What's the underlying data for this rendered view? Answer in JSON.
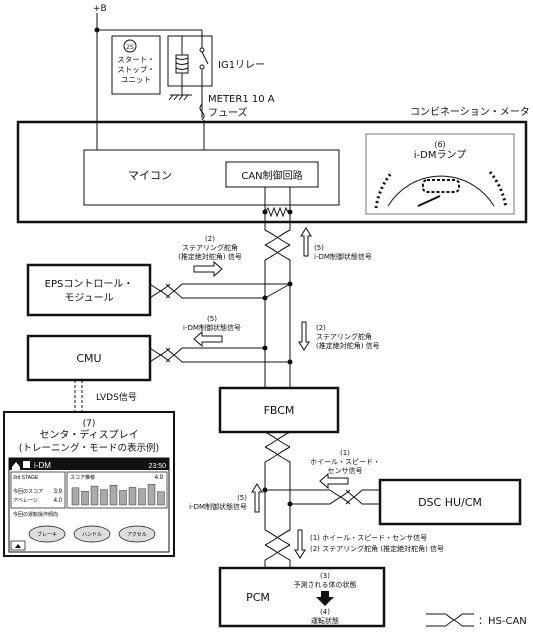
{
  "power": {
    "supply_label": "+B",
    "ss_unit_badge": "2S",
    "ss_unit_lines": [
      "スタート・",
      "ストップ・",
      "ユニット"
    ],
    "ig1_relay": "IG1リレー",
    "fuse_line1": "METER1 10 A",
    "fuse_line2": "フューズ"
  },
  "meter": {
    "title": "コンビネーション・メータ",
    "micon": "マイコン",
    "can_circuit": "CAN制御回路",
    "lamp_num": "(6)",
    "lamp_label": "i-DMランプ"
  },
  "modules": {
    "eps_line1": "EPSコントロール・",
    "eps_line2": "モジュール",
    "cmu": "CMU",
    "fbcm": "FBCM",
    "dsc": "DSC HU/CM",
    "pcm": "PCM"
  },
  "signals": {
    "s2_top": [
      "(2)",
      "ステアリング舵角",
      "(推定絶対舵角) 信号"
    ],
    "s5_top": [
      "(5)",
      "i-DM制御状態信号"
    ],
    "s5_mid": [
      "(5)",
      "i-DM制御状態信号"
    ],
    "s2_mid": [
      "(2)",
      "ステアリング舵角",
      "(推定絶対舵角) 信号"
    ],
    "lvds": "LVDS信号",
    "s1_dsc": [
      "(1)",
      "ホイール・スピード・",
      "センサ信号"
    ],
    "s5_low": [
      "(5)",
      "i-DM制御状態信号"
    ],
    "s1_low": "(1) ホイール・スピード・センサ信号",
    "s2_low": "(2) ステアリング舵角 (推定絶対舵角) 信号",
    "pcm_3": [
      "(3)",
      "予測される体の状態"
    ],
    "pcm_4": [
      "(4)",
      "運転状態"
    ]
  },
  "display": {
    "num": "(7)",
    "title": "センタ・ディスプレイ",
    "subtitle": "(トレーニング・モードの表示例)",
    "header_title": "i-DM",
    "header_time": "23:50",
    "stage": "3rd STAGE",
    "row1_label": "今回のスコア",
    "row1_value": "3.9",
    "row2_label": "アベレージ",
    "row2_value": "4.0",
    "chart_title": "スコア推移",
    "chart_top_value": "4.9",
    "ops_title": "今回の運転操作傾向",
    "gauge1": "ブレーキ",
    "gauge2": "ハンドル",
    "gauge3": "アクセル",
    "chart_bar_levels": [
      0.78,
      0.62,
      0.86,
      0.7,
      0.9,
      0.66,
      0.8,
      0.74,
      0.94,
      0.6
    ]
  },
  "legend": {
    "hs_can": "：HS-CAN"
  }
}
